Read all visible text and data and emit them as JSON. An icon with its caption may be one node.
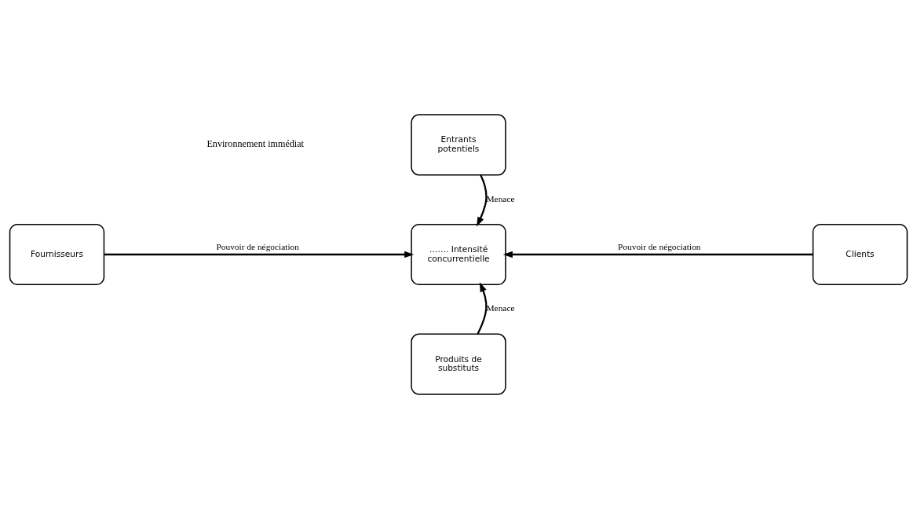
{
  "diagram": {
    "nodes": [
      {
        "text": [
          "Entrants potentiels"
        ]
      },
      {
        "text": [
          "Fournisseurs"
        ]
      },
      {
        "text": [
          "……. Intensité concurrentielle"
        ]
      },
      {
        "text": [
          "Clients"
        ]
      },
      {
        "text": [
          "Produits de substituts"
        ]
      }
    ],
    "edges": [
      {
        "from": 0,
        "to": 2,
        "arrow": "to",
        "label": "Menace"
      },
      {
        "from": 1,
        "to": 2,
        "arrow": "to",
        "label": "Pouvoir de négociation"
      },
      {
        "from": 3,
        "to": 2,
        "arrow": "to",
        "label": "Pouvoir de négociation"
      },
      {
        "from": 4,
        "to": 2,
        "arrow": "to",
        "label": "Menace"
      }
    ],
    "labels": [
      "Environnement immédiat"
    ]
  }
}
